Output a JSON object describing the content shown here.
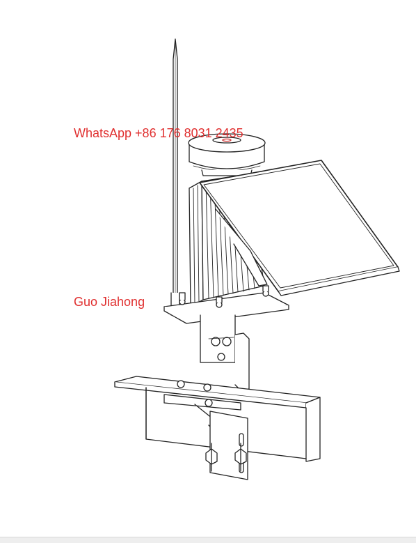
{
  "overlay": {
    "whatsapp_line": "WhatsApp +86 176 8031 2435",
    "name_line": "Guo Jiahong",
    "text_color": "#e03030"
  },
  "drawing": {
    "line_color": "#222222",
    "components": [
      "lightning-rod",
      "beacon-light",
      "battery-housing",
      "solar-panel",
      "mounting-plate",
      "clamp-bracket",
      "cross-arm",
      "pole-clamp"
    ]
  }
}
